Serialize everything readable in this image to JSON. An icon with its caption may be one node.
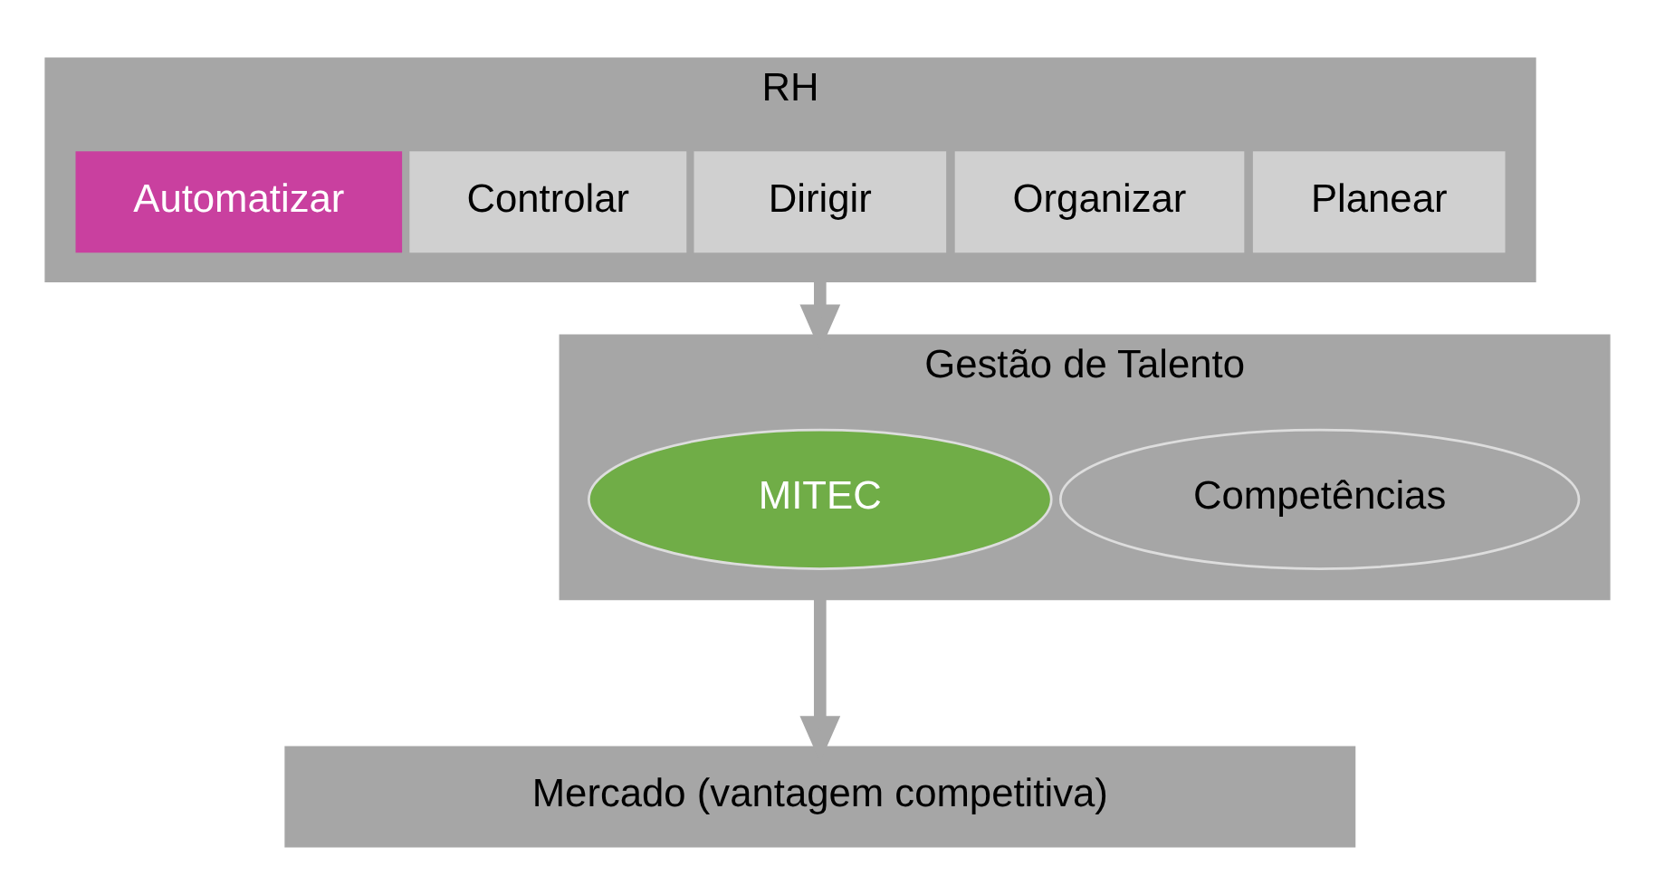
{
  "diagram": {
    "nodes": [
      {
        "text": [
          "RH"
        ]
      },
      {
        "text": [
          "Planear"
        ],
        "in": 0
      },
      {
        "text": [
          "Organizar"
        ],
        "in": 0
      },
      {
        "text": [
          "Dirigir"
        ],
        "in": 0
      },
      {
        "text": [
          "Controlar"
        ],
        "in": 0
      },
      {
        "text": [
          "Automatizar"
        ],
        "in": 0
      },
      {
        "text": [
          "Gestão de Talento"
        ]
      },
      {
        "text": [
          "Competências"
        ],
        "in": 6
      },
      {
        "text": [
          "MITEC"
        ],
        "in": 6
      },
      {
        "text": [
          "Mercado (vantagem competitiva)"
        ]
      }
    ],
    "edges": [
      {
        "from": 0,
        "to": 6,
        "arrow": "to"
      },
      {
        "from": 6,
        "to": 9,
        "arrow": "to"
      }
    ]
  }
}
